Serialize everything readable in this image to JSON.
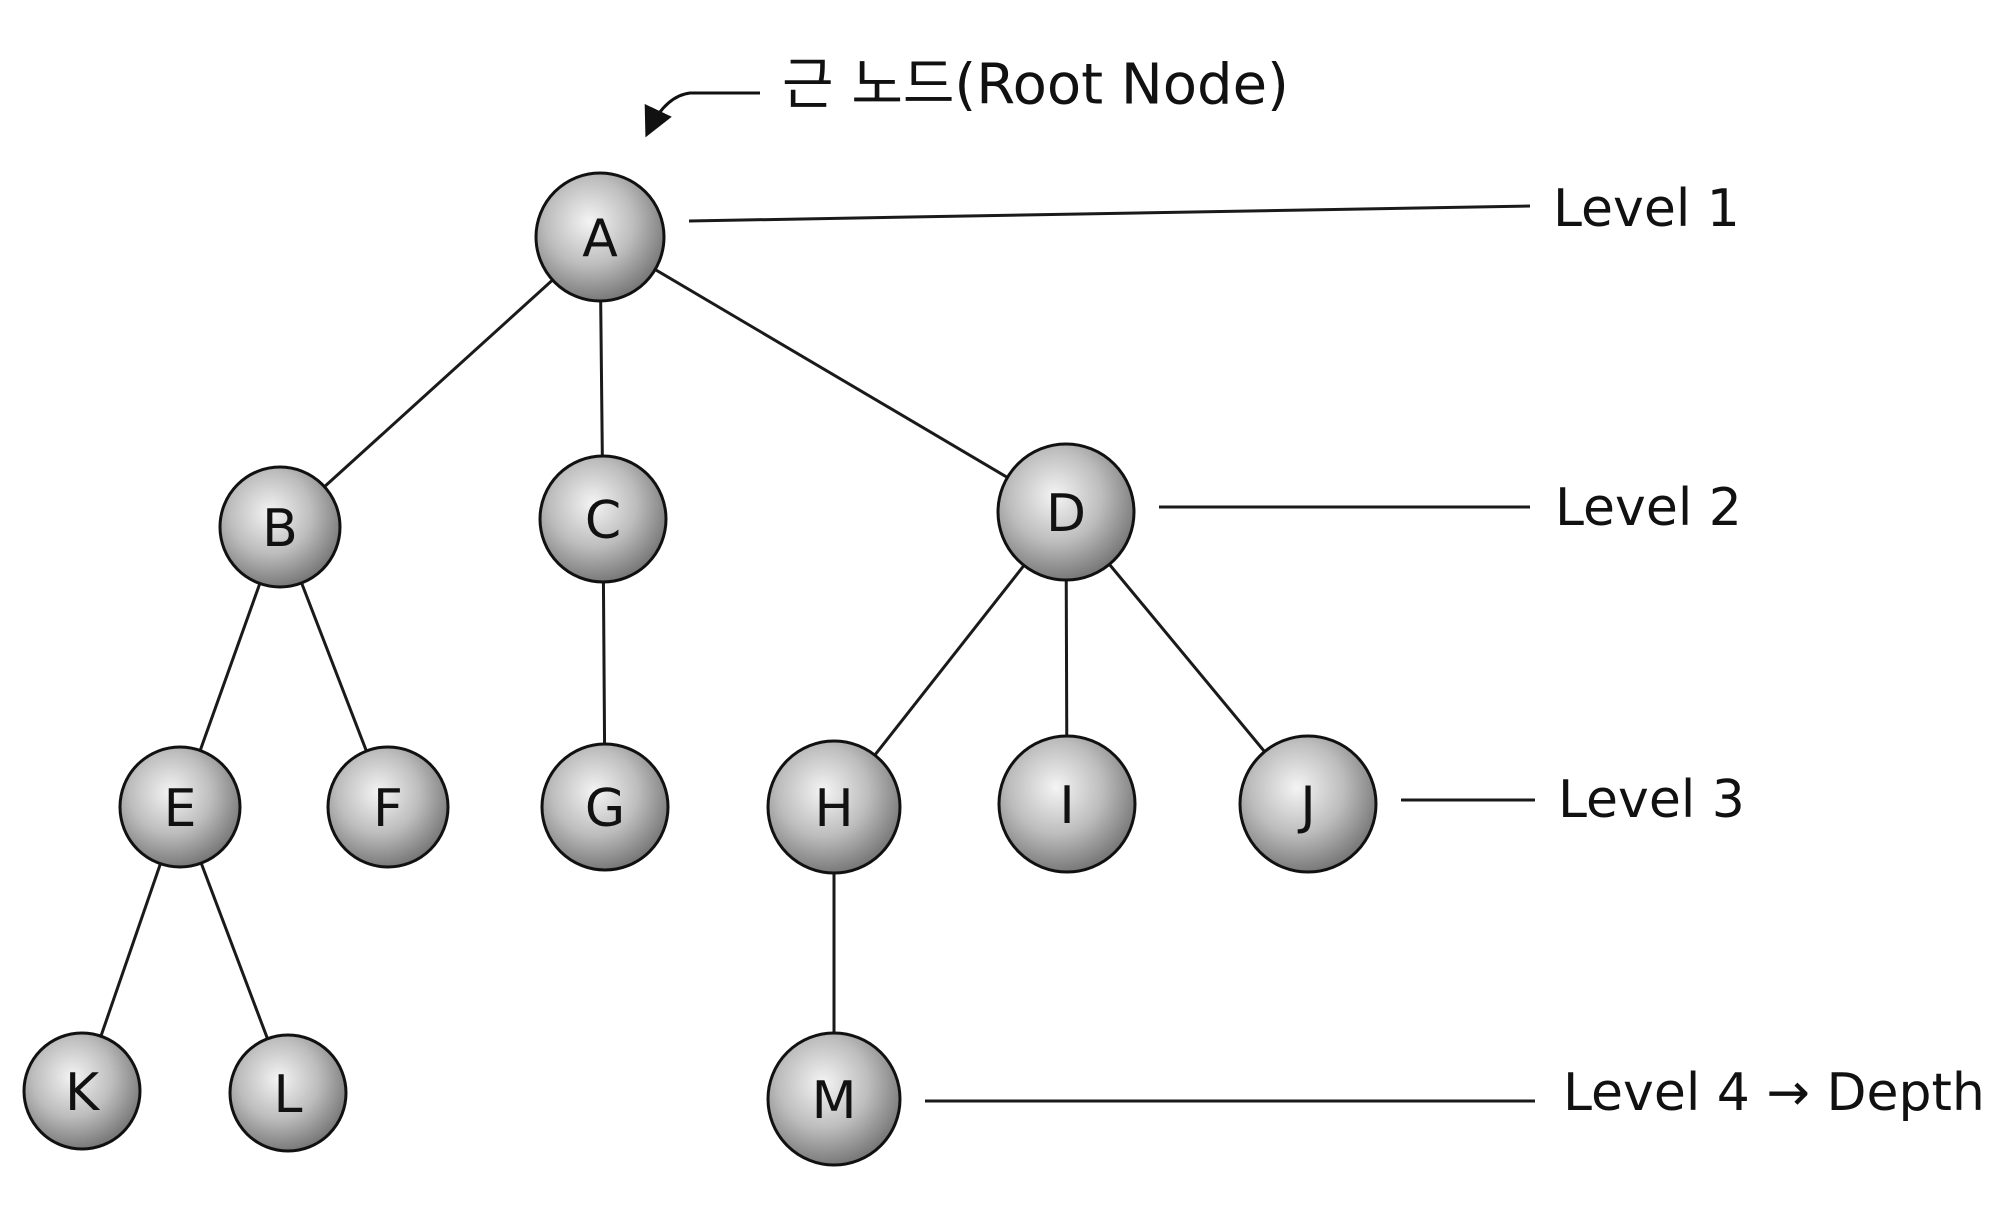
{
  "root_label": "근 노드(Root Node)",
  "nodes": [
    {
      "id": "A",
      "label": "A",
      "level": 1
    },
    {
      "id": "B",
      "label": "B",
      "level": 2
    },
    {
      "id": "C",
      "label": "C",
      "level": 2
    },
    {
      "id": "D",
      "label": "D",
      "level": 2
    },
    {
      "id": "E",
      "label": "E",
      "level": 3
    },
    {
      "id": "F",
      "label": "F",
      "level": 3
    },
    {
      "id": "G",
      "label": "G",
      "level": 3
    },
    {
      "id": "H",
      "label": "H",
      "level": 3
    },
    {
      "id": "I",
      "label": "I",
      "level": 3
    },
    {
      "id": "J",
      "label": "J",
      "level": 3
    },
    {
      "id": "K",
      "label": "K",
      "level": 4
    },
    {
      "id": "L",
      "label": "L",
      "level": 4
    },
    {
      "id": "M",
      "label": "M",
      "level": 4
    }
  ],
  "edges": [
    [
      "A",
      "B"
    ],
    [
      "A",
      "C"
    ],
    [
      "A",
      "D"
    ],
    [
      "B",
      "E"
    ],
    [
      "B",
      "F"
    ],
    [
      "C",
      "G"
    ],
    [
      "D",
      "H"
    ],
    [
      "D",
      "I"
    ],
    [
      "D",
      "J"
    ],
    [
      "E",
      "K"
    ],
    [
      "E",
      "L"
    ],
    [
      "H",
      "M"
    ]
  ],
  "levels": [
    {
      "label": "Level 1",
      "from": "A"
    },
    {
      "label": "Level 2",
      "from": "D"
    },
    {
      "label": "Level 3",
      "from": "J"
    },
    {
      "label": "Level 4 → Depth",
      "from": "M"
    }
  ],
  "colors": {
    "stroke": "#111111",
    "node_light": "#f4f4f4",
    "node_mid": "#bdbdbd",
    "node_dark": "#7a7a7a"
  }
}
